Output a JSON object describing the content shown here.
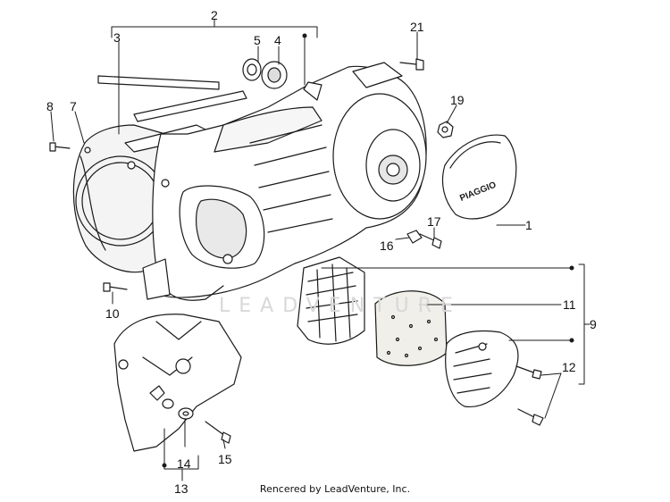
{
  "callouts": {
    "c1": "1",
    "c2": "2",
    "c3": "3",
    "c4": "4",
    "c5": "5",
    "c7": "7",
    "c8": "8",
    "c9": "9",
    "c10": "10",
    "c11": "11",
    "c12": "12",
    "c13": "13",
    "c14": "14",
    "c15": "15",
    "c16": "16",
    "c17": "17",
    "c19": "19",
    "c21": "21"
  },
  "cap_logo_text": "PIAGGIO",
  "watermark_text": "LEADVENTURE",
  "footer_credit": "Rencered by LeadVenture, Inc.",
  "colors": {
    "line": "#1a1a1a",
    "paper": "#ffffff",
    "shade": "#cfcfcf",
    "watermark": "#d8d8d8"
  }
}
